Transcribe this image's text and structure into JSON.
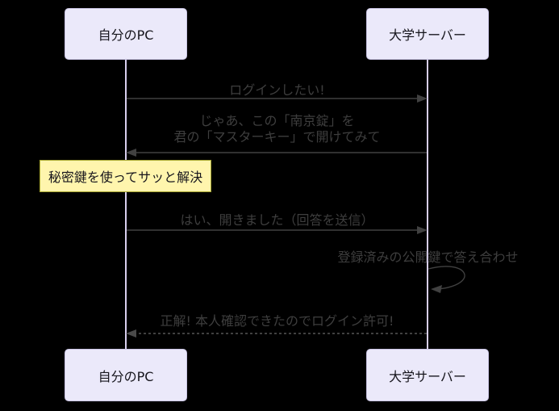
{
  "diagram": {
    "type": "sequence",
    "actors": [
      {
        "id": "pc",
        "label": "自分のPC"
      },
      {
        "id": "server",
        "label": "大学サーバー"
      }
    ],
    "messages": [
      {
        "from": "自分のPC",
        "to": "大学サーバー",
        "line": "solid",
        "label": "ログインしたい!"
      },
      {
        "from": "大学サーバー",
        "to": "自分のPC",
        "line": "solid",
        "label_line1": "じゃあ、この「南京錠」を",
        "label_line2": "君の「マスターキー」で開けてみて"
      },
      {
        "from": "自分のPC",
        "to": "大学サーバー",
        "line": "solid",
        "label": "はい、開きました（回答を送信）"
      },
      {
        "self": "大学サーバー",
        "line": "solid",
        "label": "登録済みの公開鍵で答え合わせ"
      },
      {
        "from": "大学サーバー",
        "to": "自分のPC",
        "line": "dotted",
        "label": "正解! 本人確認できたのでログイン許可!"
      }
    ],
    "note": {
      "over": "自分のPC",
      "label": "秘密鍵を使ってサッと解決"
    },
    "colors": {
      "background": "#000000",
      "actor_fill": "#ebe9fa",
      "actor_border": "#c8c3e2",
      "actor_text": "#16151c",
      "lifeline": "#d8cfee",
      "message_text": "#3e3e3e",
      "arrow": "#414141",
      "note_fill": "#fff5ad",
      "note_border": "#a9a933"
    }
  }
}
